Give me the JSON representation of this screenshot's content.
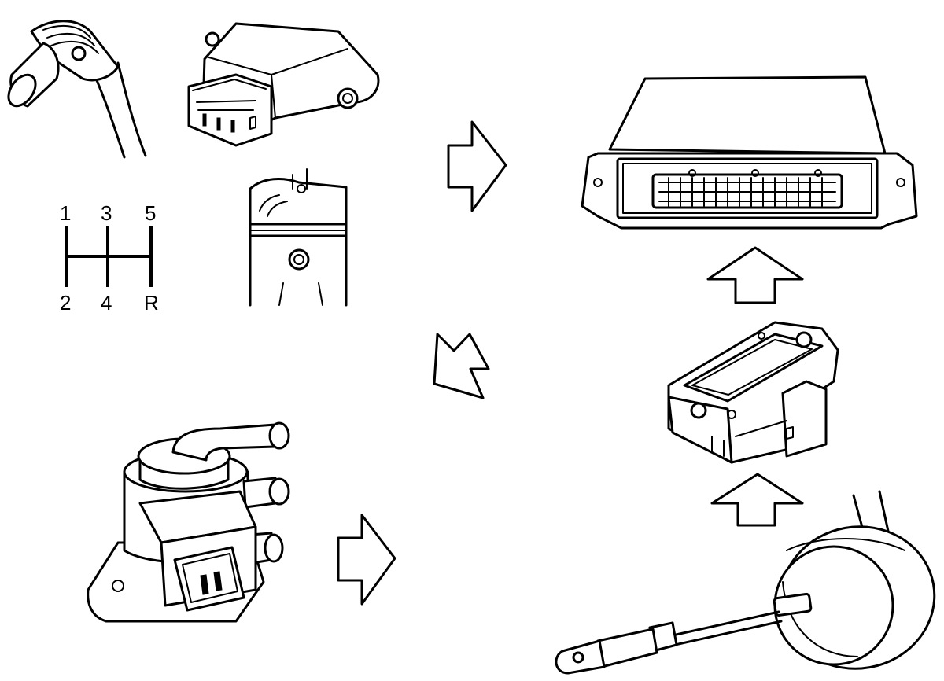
{
  "gear_pattern": {
    "top": [
      "1",
      "3",
      "5"
    ],
    "bottom": [
      "2",
      "4",
      "R"
    ]
  },
  "icons": [
    "crankshaft-position-sensor-icon",
    "throttle-position-sensor-icon",
    "gear-shift-pattern-icon",
    "knock-sensor-cylinder-icon",
    "purge-valve-sensor-icon",
    "engine-control-module-icon",
    "ignition-module-icon",
    "turbo-wastegate-actuator-icon",
    "flow-arrow-icon"
  ]
}
